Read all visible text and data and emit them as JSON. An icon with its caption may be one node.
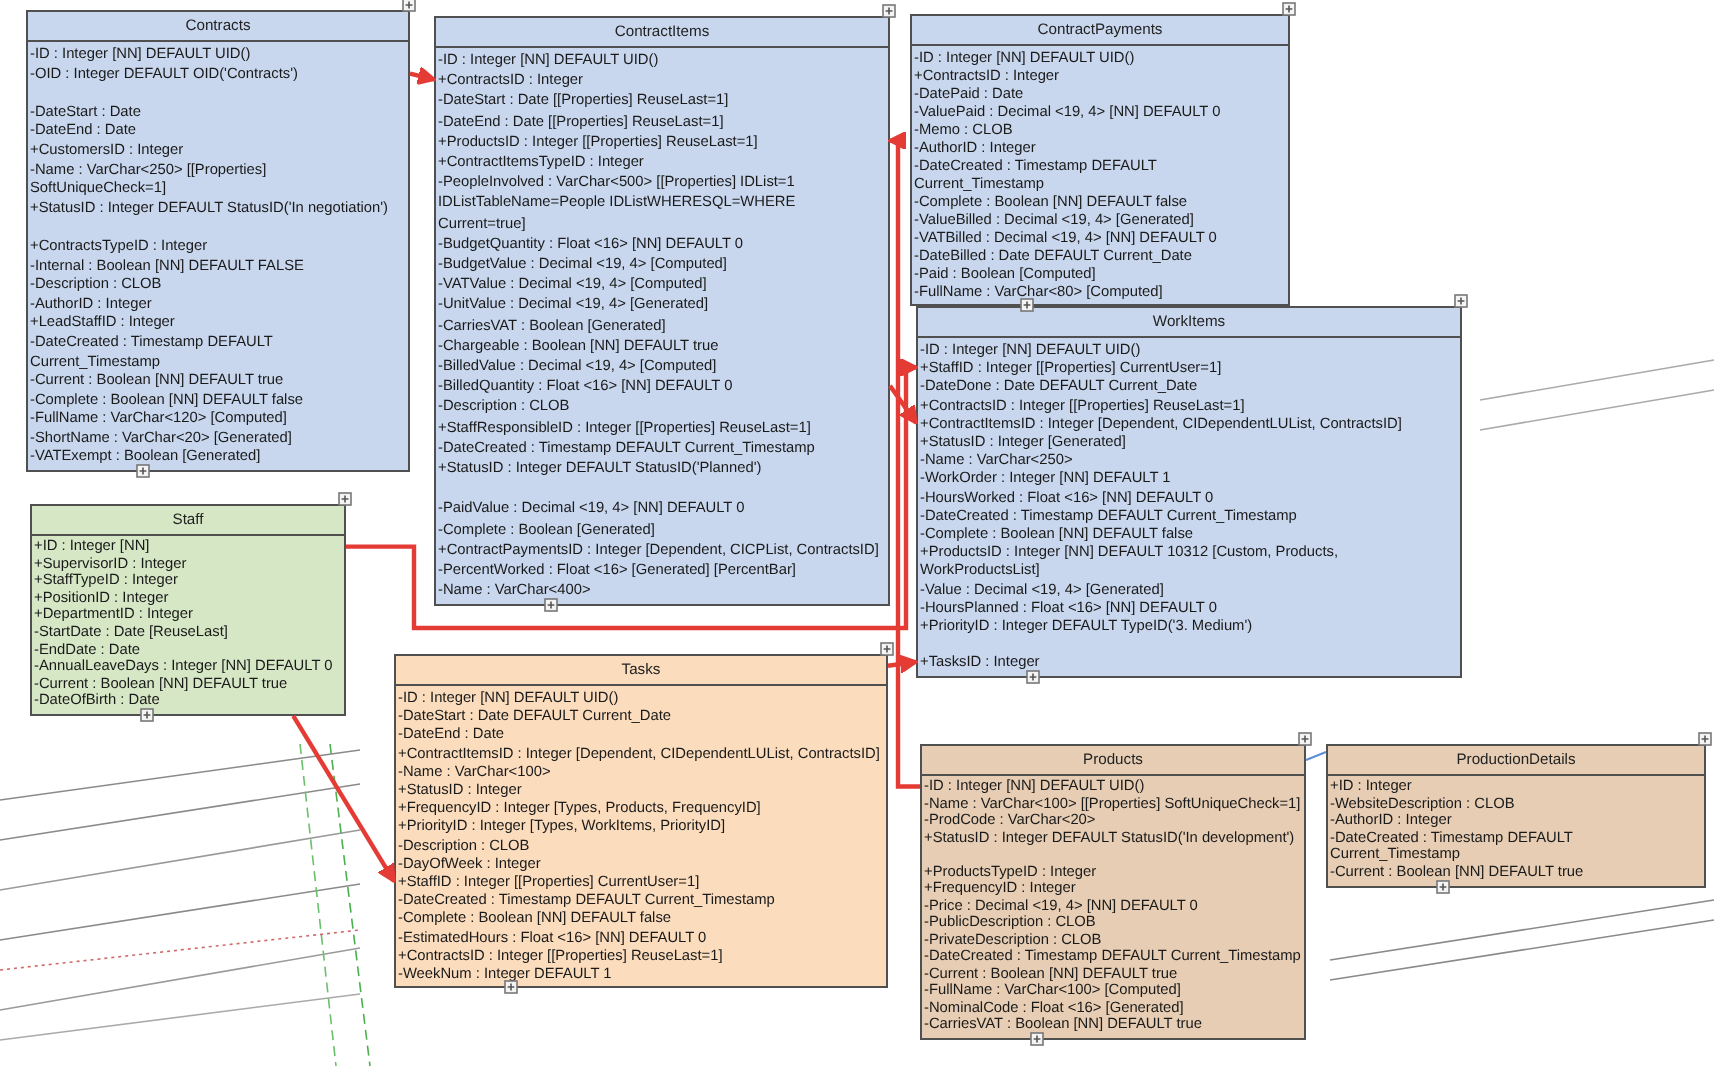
{
  "diagram": {
    "nodes": [
      {
        "text": [
          "Contracts",
          "-ID : Integer [NN] DEFAULT UID()",
          "-OID : Integer DEFAULT OID('Contracts')",
          "-DateStart : Date",
          "-DateEnd : Date",
          "+CustomersID : Integer",
          "-Name : VarChar<250> [[Properties] SoftUniqueCheck=1]",
          "+StatusID : Integer DEFAULT StatusID('In negotiation')",
          "+ContractsTypeID : Integer",
          "-Internal : Boolean [NN] DEFAULT FALSE",
          "-Description : CLOB",
          "-AuthorID : Integer",
          "+LeadStaffID : Integer",
          "-DateCreated : Timestamp DEFAULT Current_Timestamp",
          "-Current : Boolean [NN] DEFAULT true",
          "-Complete : Boolean [NN] DEFAULT false",
          "-FullName : VarChar<120> [Computed]",
          "-ShortName : VarChar<20> [Generated]",
          "-VATExempt : Boolean [Generated]"
        ]
      },
      {
        "text": [
          "ContractItems",
          "-ID : Integer [NN] DEFAULT UID()",
          "+ContractsID : Integer",
          "-DateStart : Date [[Properties] ReuseLast=1]",
          "-DateEnd : Date [[Properties] ReuseLast=1]",
          "+ProductsID : Integer [[Properties] ReuseLast=1]",
          "+ContractItemsTypeID : Integer",
          "-PeopleInvolved : VarChar<500> [[Properties] IDList=1 IDListTableName=People IDListWHERESQL=WHERE Current=true]",
          "-BudgetQuantity : Float <16> [NN] DEFAULT 0",
          "-BudgetValue : Decimal <19, 4> [Computed]",
          "-VATValue : Decimal <19, 4> [Computed]",
          "-UnitValue : Decimal <19, 4> [Generated]",
          "-CarriesVAT : Boolean [Generated]",
          "-Chargeable : Boolean [NN] DEFAULT true",
          "-BilledValue : Decimal <19, 4> [Computed]",
          "-BilledQuantity : Float <16> [NN] DEFAULT 0",
          "-Description : CLOB",
          "+StaffResponsibleID : Integer [[Properties] ReuseLast=1]",
          "-DateCreated : Timestamp DEFAULT Current_Timestamp",
          "+StatusID : Integer DEFAULT StatusID('Planned')",
          "-PaidValue : Decimal <19, 4> [NN] DEFAULT 0",
          "-Complete : Boolean [Generated]",
          "+ContractPaymentsID : Integer [Dependent, CICPList, ContractsID]",
          "-PercentWorked : Float <16> [Generated] [PercentBar]",
          "-Name : VarChar<400>"
        ]
      },
      {
        "text": [
          "ContractPayments",
          "-ID : Integer [NN] DEFAULT UID()",
          "+ContractsID : Integer",
          "-DatePaid : Date",
          "-ValuePaid : Decimal <19, 4> [NN] DEFAULT 0",
          "-Memo : CLOB",
          "-AuthorID : Integer",
          "-DateCreated : Timestamp DEFAULT Current_Timestamp",
          "-Complete : Boolean [NN] DEFAULT false",
          "-ValueBilled : Decimal <19, 4> [Generated]",
          "-VATBilled : Decimal <19, 4> [NN] DEFAULT 0",
          "-DateBilled : Date DEFAULT Current_Date",
          "-Paid : Boolean [Computed]",
          "-FullName : VarChar<80> [Computed]"
        ]
      },
      {
        "text": [
          "WorkItems",
          "-ID : Integer [NN] DEFAULT UID()",
          "+StaffID : Integer [[Properties] CurrentUser=1]",
          "-DateDone : Date DEFAULT Current_Date",
          "+ContractsID : Integer [[Properties] ReuseLast=1]",
          "+ContractItemsID : Integer [Dependent, CIDependentLUList, ContractsID]",
          "+StatusID : Integer [Generated]",
          "-Name : VarChar<250>",
          "-WorkOrder : Integer [NN] DEFAULT 1",
          "-HoursWorked : Float <16> [NN] DEFAULT 0",
          "-DateCreated : Timestamp DEFAULT Current_Timestamp",
          "-Complete : Boolean [NN] DEFAULT false",
          "+ProductsID : Integer [NN] DEFAULT 10312 [Custom, Products, WorkProductsList]",
          "-Value : Decimal <19, 4> [Generated]",
          "-HoursPlanned : Float <16> [NN] DEFAULT 0",
          "+PriorityID : Integer DEFAULT TypeID('3. Medium')",
          "+TasksID : Integer"
        ]
      },
      {
        "text": [
          "Staff",
          "+ID : Integer [NN]",
          "+SupervisorID : Integer",
          "+StaffTypeID : Integer",
          "+PositionID : Integer",
          "+DepartmentID : Integer",
          "-StartDate : Date [ReuseLast]",
          "-EndDate : Date",
          "-AnnualLeaveDays : Integer [NN] DEFAULT 0",
          "-Current : Boolean [NN] DEFAULT true",
          "-DateOfBirth : Date"
        ]
      },
      {
        "text": [
          "Tasks",
          "-ID : Integer [NN] DEFAULT UID()",
          "-DateStart : Date DEFAULT Current_Date",
          "-DateEnd : Date",
          "+ContractItemsID : Integer [Dependent, CIDependentLUList, ContractsID]",
          "-Name : VarChar<100>",
          "+StatusID : Integer",
          "+FrequencyID : Integer [Types, Products, FrequencyID]",
          "+PriorityID : Integer [Types, WorkItems, PriorityID]",
          "-Description : CLOB",
          "-DayOfWeek : Integer",
          "+StaffID : Integer [[Properties] CurrentUser=1]",
          "-DateCreated : Timestamp DEFAULT Current_Timestamp",
          "-Complete : Boolean [NN] DEFAULT false",
          "-EstimatedHours : Float <16> [NN] DEFAULT 0",
          "+ContractsID : Integer [[Properties] ReuseLast=1]",
          "-WeekNum : Integer DEFAULT 1"
        ]
      },
      {
        "text": [
          "Products",
          "-ID : Integer [NN] DEFAULT UID()",
          "-Name : VarChar<100> [[Properties] SoftUniqueCheck=1]",
          "-ProdCode : VarChar<20>",
          "+StatusID : Integer DEFAULT StatusID('In development')",
          "+ProductsTypeID : Integer",
          "+FrequencyID : Integer",
          "-Price : Decimal <19, 4> [NN] DEFAULT 0",
          "-PublicDescription : CLOB",
          "-PrivateDescription : CLOB",
          "-DateCreated : Timestamp DEFAULT Current_Timestamp",
          "-Current : Boolean [NN] DEFAULT true",
          "-FullName : VarChar<100> [Computed]",
          "-NominalCode : Float <16> [Generated]",
          "-CarriesVAT : Boolean [NN] DEFAULT true"
        ]
      },
      {
        "text": [
          "ProductionDetails",
          "+ID : Integer",
          "-WebsiteDescription : CLOB",
          "-AuthorID : Integer",
          "-DateCreated : Timestamp DEFAULT Current_Timestamp",
          "-Current : Boolean [NN] DEFAULT true"
        ]
      }
    ],
    "edges": [
      {
        "from": 0,
        "to": 1,
        "arrow": "to"
      },
      {
        "from": 1,
        "to": 3,
        "arrow": "to"
      },
      {
        "from": 6,
        "to": 1,
        "arrow": "to"
      },
      {
        "from": 4,
        "to": 3,
        "arrow": "to"
      },
      {
        "from": 4,
        "to": 5,
        "arrow": "to"
      },
      {
        "from": 5,
        "to": 3,
        "arrow": "to"
      },
      {
        "from": 6,
        "to": 7,
        "arrow": "none",
        "color": "#5b8fd9"
      }
    ]
  }
}
